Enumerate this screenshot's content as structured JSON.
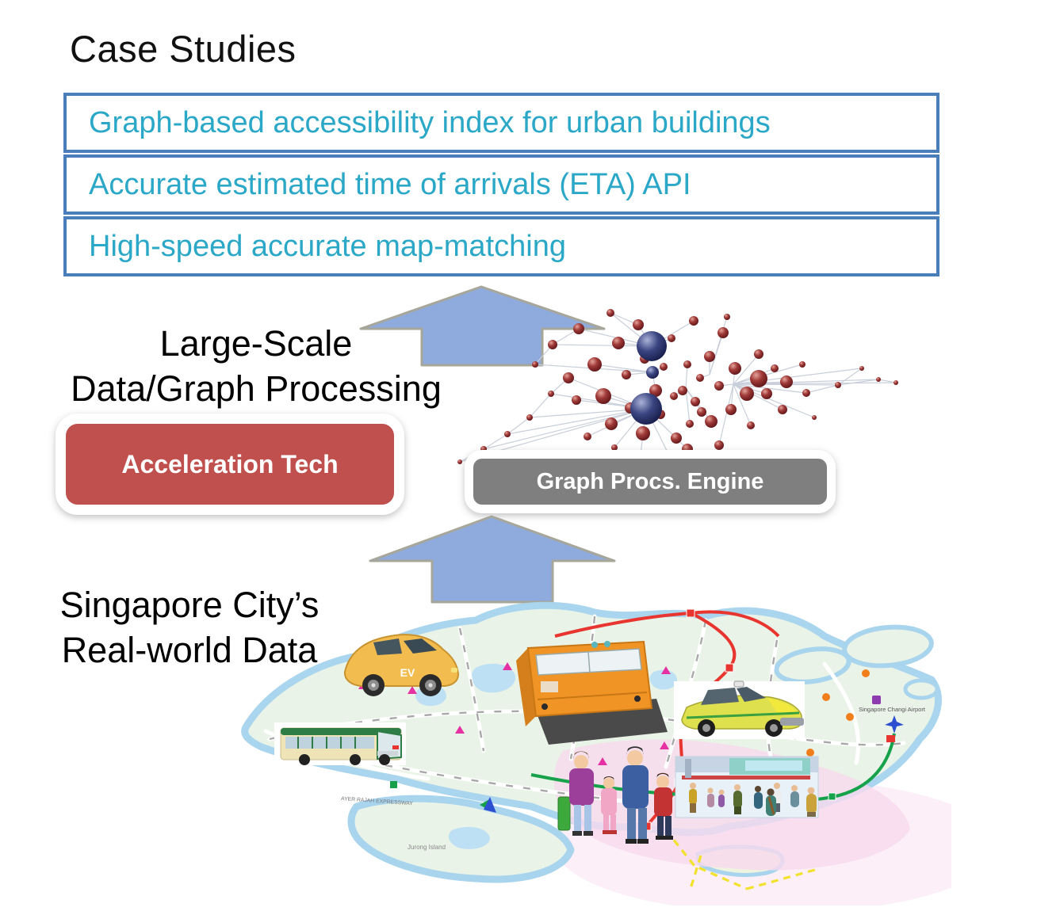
{
  "slide": {
    "title": "Case Studies"
  },
  "case_studies": {
    "items": [
      "Graph-based accessibility index for urban buildings",
      "Accurate estimated time of arrivals (ETA) API",
      "High-speed accurate map-matching"
    ]
  },
  "processing_layer": {
    "title_line1": "Large-Scale",
    "title_line2": "Data/Graph Processing",
    "acceleration_button_label": "Acceleration Tech",
    "engine_button_label": "Graph Procs. Engine"
  },
  "data_layer": {
    "title_line1": "Singapore City’s",
    "title_line2": "Real-world Data",
    "map_labels": {
      "ev_car": "EV",
      "airport": "Singapore Changi Airport",
      "jurong_island": "Jurong Island",
      "expressway": "AYER RAJAH EXPRESSWAY"
    }
  },
  "illustrations": {
    "network_graph": "3D network of dark-red and navy spheres linked by gray edges",
    "singapore_map": "Stylized Singapore tourist map with EV car, bus, commuter train, taxi, travelling family and station crowd"
  },
  "colors": {
    "accent_text": "#2BA8C7",
    "box_border": "#4A7EBB",
    "arrow_fill": "#8FAADC",
    "arrow_border": "#A6A69A",
    "acceleration_button": "#C0504D",
    "engine_button": "#7F7F7F",
    "map_land": "#E9F3E7",
    "map_water": "#A8D4EE",
    "map_urban_pink": "#F7D9EE",
    "route_red": "#E8352F",
    "route_green": "#16A14B"
  }
}
